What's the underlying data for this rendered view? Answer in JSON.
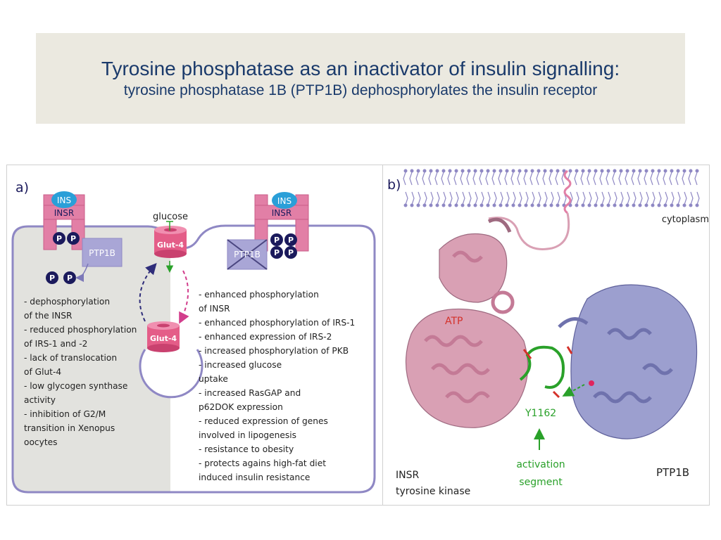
{
  "title": {
    "main": "Tyrosine phosphatase as an inactivator of insulin signalling:",
    "sub": "tyrosine phosphatase 1B (PTP1B) dephosphorylates the insulin receptor"
  },
  "panel_a": {
    "label": "a)",
    "ins": "INS",
    "insr": "INSR",
    "p": "P",
    "ptp1b": "PTP1B",
    "ptp1b_crossed": "PTP1B",
    "glucose": "glucose",
    "glut4": "Glut-4",
    "left_effects": [
      "- dephosphorylation",
      "of the INSR",
      "- reduced phosphorylation",
      "of IRS-1 and -2",
      " - lack of translocation",
      "of Glut-4",
      "- low glycogen synthase",
      "activity",
      "- inhibition of G2/M",
      "transition in Xenopus",
      "oocytes"
    ],
    "right_effects": [
      "- enhanced phosphorylation",
      "of INSR",
      "- enhanced phosphorylation of IRS-1",
      "- enhanced expression of IRS-2",
      "- increased phosphorylation of PKB",
      "- increased glucose",
      "uptake",
      "- increased RasGAP and",
      "p62DOK expression",
      "- reduced expression of genes",
      "involved in lipogenesis",
      "- resistance to obesity",
      "- protects agains high-fat diet",
      " induced insulin resistance"
    ]
  },
  "panel_b": {
    "label": "b)",
    "cytoplasm": "cytoplasm",
    "atp": "ATP",
    "y1162": "Y1162",
    "activation_segment": [
      "activation",
      "segment"
    ],
    "insr": [
      "INSR",
      "tyrosine kinase"
    ],
    "ptp1b": "PTP1B"
  },
  "colors": {
    "title_bg": "#ebe9e0",
    "title_text": "#1a3a6b",
    "receptor_pink": "#e27fa6",
    "ins_blue": "#2a9fd8",
    "phospho_navy": "#1b1a5c",
    "ptp1b_lavender": "#a9a6d6",
    "membrane_lavender": "#8f88c4",
    "insr_protein_pink": "#d9a0b4",
    "ptp1b_protein_blue": "#9c9fcf",
    "activation_green": "#2aa12a",
    "atp_red": "#d4312a"
  }
}
